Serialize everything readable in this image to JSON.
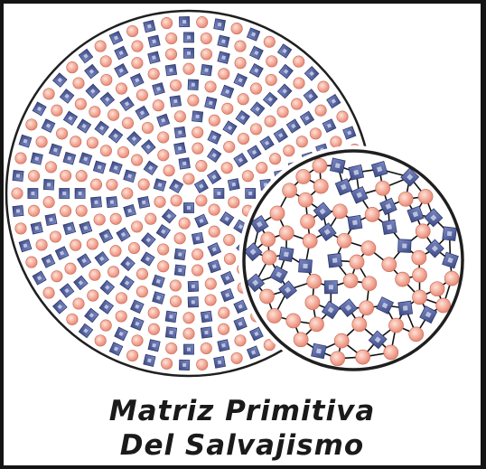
{
  "caption": {
    "line1": "Matriz Primitiva",
    "line2": "Del Salvajismo"
  },
  "colors": {
    "outline": "#1f1f1f",
    "square_fill": "#5a6aa8",
    "square_core": "#c4cbe6",
    "circle_fill": "#f2a28e",
    "circle_core": "#ffe2d6",
    "bond": "#111111",
    "background": "#ffffff"
  },
  "icons": {
    "large_disc": "ordered-concentric-lattice",
    "small_disc": "random-bonded-network"
  }
}
